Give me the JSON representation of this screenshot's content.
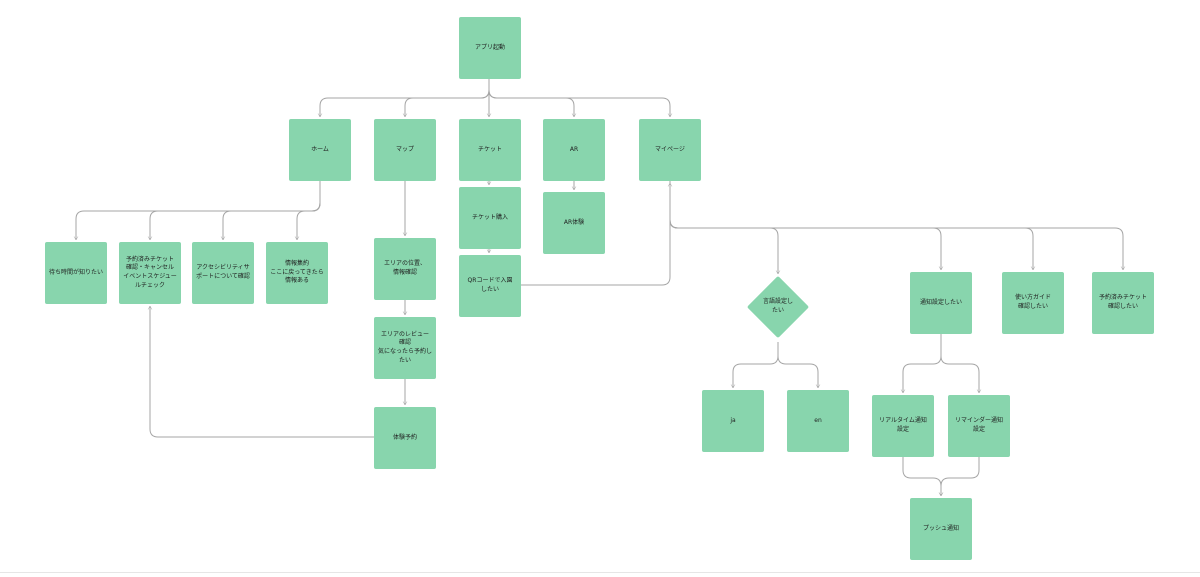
{
  "flowchart": {
    "nodes": {
      "app_launch": "アプリ起動",
      "home": "ホーム",
      "map": "マップ",
      "ticket": "チケット",
      "ar": "AR",
      "mypage": "マイページ",
      "wait_time": "待ち時間が知りたい",
      "reserved_ticket_check": "予約済みチケット\n確認・キャンセル\nイベントスケジュー\nルチェック",
      "accessibility": "アクセシビリティサ\nポートについて確認",
      "info_summary": "情報集約\nここに戻ってきたら\n情報ある",
      "area_location": "エリアの位置、\n情報確認",
      "area_review": "エリアのレビュー\n確認\n気になったら予約し\nたい",
      "experience_booking": "体験予約",
      "ticket_purchase": "チケット購入",
      "qr_entry": "QRコードで入園\nしたい",
      "ar_experience": "AR体験",
      "language_setting": "言語設定し\nたい",
      "lang_ja": "ja",
      "lang_en": "en",
      "notification_setting": "通知設定したい",
      "usage_guide": "使い方ガイド\n確認したい",
      "reserved_ticket_confirm": "予約済みチケット\n確認したい",
      "realtime_notification": "リアルタイム通知\n設定",
      "reminder_notification": "リマインダー通知\n設定",
      "push_notification": "プッシュ通知"
    }
  },
  "colors": {
    "node_fill": "#88d5ad",
    "edge": "#a6a6a6",
    "text": "#1e1e1e"
  }
}
